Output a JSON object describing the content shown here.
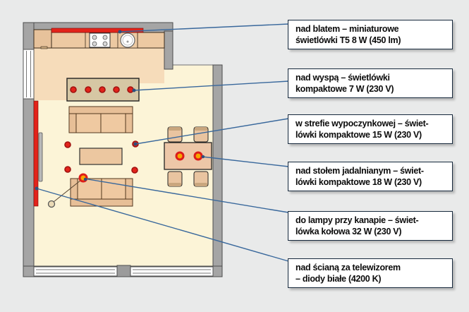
{
  "figure": {
    "type": "lighting-floor-plan",
    "language": "pl",
    "description_counts": {
      "worktop_led_strips": 1,
      "tv_wall_led_strips": 1,
      "island_light_points": 5,
      "relax_zone_light_points": 4,
      "dining_pendant_points": 2,
      "sofa_lamp_points": 1,
      "callout_boxes": 6
    }
  },
  "colors": {
    "background": "#e9eaea",
    "wall_gray": "#a5a5a5",
    "floor_cream": "#fcf4d7",
    "floor_kitchen_peach": "#f6dcba",
    "furniture_tan": "#f0cda7",
    "island_tan": "#d6c7a4",
    "accent_red": "#e2231a",
    "accent_orange": "#f7a600",
    "leader_blue": "#39689c",
    "box_border": "#16283c"
  },
  "callouts": [
    {
      "id": "worktop",
      "line1": "nad blatem – miniaturowe",
      "line2": "świetlówki T5 8 W (450 lm)"
    },
    {
      "id": "island",
      "line1": "nad wyspą – świetlówki",
      "line2": "kompaktowe 7 W (230 V)"
    },
    {
      "id": "relax",
      "line1": "w strefie wypoczynkowej – świet-",
      "line2": "lówki kompaktowe 15 W (230 V)"
    },
    {
      "id": "dining",
      "line1": "nad stołem jadalnianym – świet-",
      "line2": "lówki kompaktowe 18 W (230 V)"
    },
    {
      "id": "sofalamp",
      "line1": "do lampy przy kanapie – świet-",
      "line2": "lówka kołowa 32 W (230 V)"
    },
    {
      "id": "tvwall",
      "line1": "nad ścianą za telewizorem",
      "line2": "– diody białe (4200 K)"
    }
  ]
}
